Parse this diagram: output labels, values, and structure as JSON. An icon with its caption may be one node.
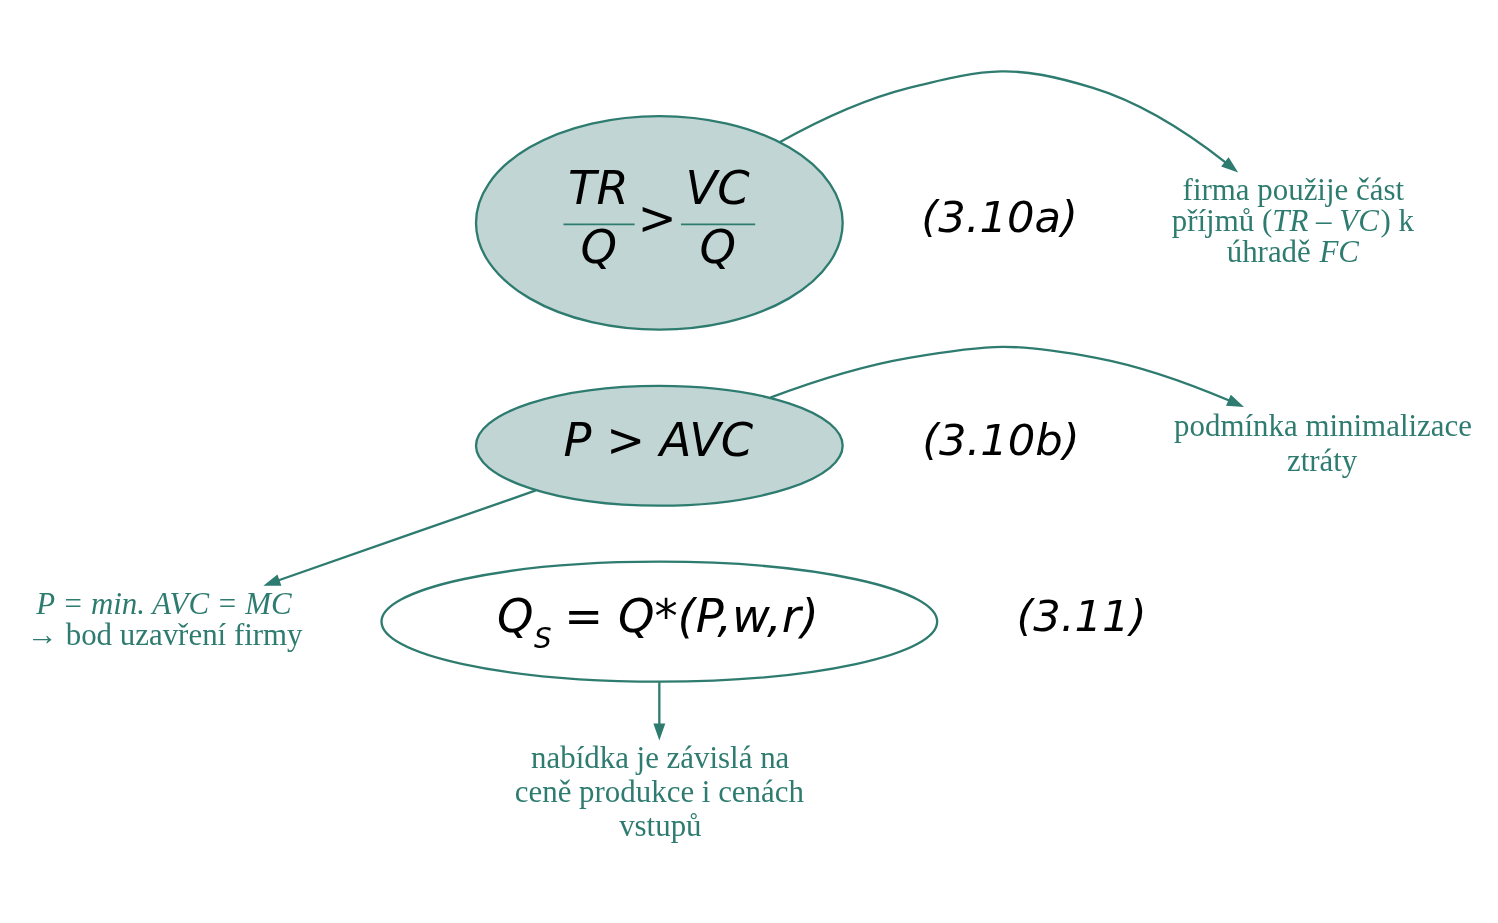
{
  "diagram": {
    "nodes": [
      {
        "text": [
          "TR",
          "Q",
          ">",
          "VC",
          "Q"
        ]
      },
      {
        "text": [
          "firma použije část příjmů (*TR – VC*) k úhradě *FC*"
        ]
      },
      {
        "text": [
          "podmínka minimalizace ztráty"
        ]
      },
      {
        "text": [
          "P > AVC"
        ]
      },
      {
        "text": [
          "*P = min. AVC = MC*",
          "→ bod uzavření firmy"
        ]
      },
      {
        "text": [
          "Q$_{S}$ = Q*(P,w,r)"
        ]
      },
      {
        "text": [
          "nabídka je závislá na ceně produkce i cenách vstupů"
        ]
      }
    ],
    "edges": [
      {
        "from": 0,
        "to": 1,
        "arrow": "to"
      },
      {
        "from": 3,
        "to": 2,
        "arrow": "to"
      },
      {
        "from": 3,
        "to": 4,
        "arrow": "to"
      },
      {
        "from": 5,
        "to": 6,
        "arrow": "to"
      }
    ],
    "labels": [
      "(3.10a)",
      "(3.10b)",
      "(3.11)"
    ]
  }
}
